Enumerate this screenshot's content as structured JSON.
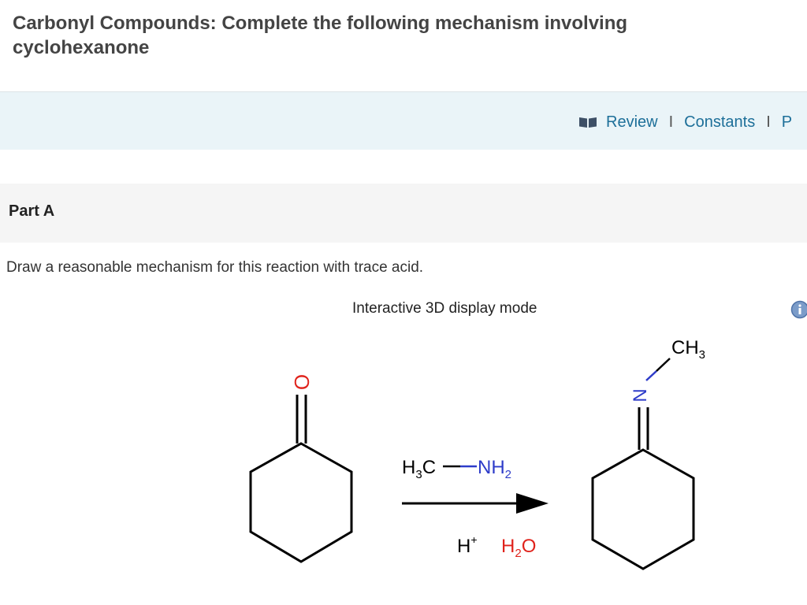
{
  "header": {
    "title": "Carbonyl Compounds: Complete the following mechanism involving cyclohexanone"
  },
  "resources": {
    "icon": "book-icon",
    "links": [
      {
        "label": "Review"
      },
      {
        "label": "Constants"
      },
      {
        "label": "P"
      }
    ],
    "separator": "I"
  },
  "part": {
    "label": "Part A",
    "instruction": "Draw a reasonable mechanism for this reaction with trace acid."
  },
  "viewer": {
    "display_mode_label": "Interactive 3D display mode",
    "info_icon": "info-icon"
  },
  "reaction": {
    "reactant": {
      "name": "cyclohexanone",
      "atom_label": "O"
    },
    "reagent": {
      "left": "H",
      "left_sub": "3",
      "left_tail": "C",
      "right": "NH",
      "right_sub": "2"
    },
    "conditions": {
      "acid": "H",
      "acid_sup": "+",
      "water": "H",
      "water_sub": "2",
      "water_tail": "O"
    },
    "product": {
      "atom_label": "N",
      "methyl": "CH",
      "methyl_sub": "3"
    },
    "colors": {
      "oxygen": "#e0231c",
      "nitrogen": "#2e3cc9",
      "bond": "#000000"
    }
  }
}
